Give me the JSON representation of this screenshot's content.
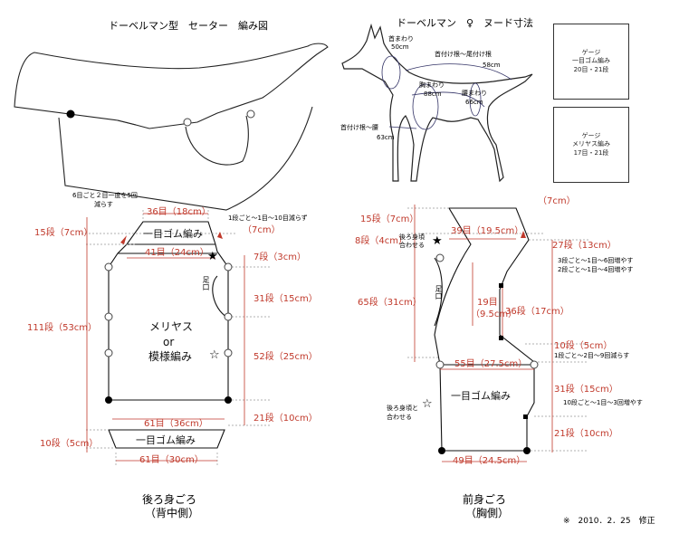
{
  "titles": {
    "sweater": "ドーベルマン型　セーター　編み図",
    "measure": "ドーベルマン　♀　ヌード寸法",
    "back": "後ろ身ごろ",
    "back_sub": "（背中側）",
    "front": "前身ごろ",
    "front_sub": "（胸側）",
    "revision": "※　2010．2．25　修正"
  },
  "dog": {
    "neck": "首まわり",
    "neck_val": "50cm",
    "back_len": "首付け根～尾付け根",
    "back_len_val": "58cm",
    "chest": "胸まわり",
    "chest_val": "88cm",
    "waist": "腰まわり",
    "waist_val": "66cm",
    "neck_leg": "首付け根～腰",
    "neck_leg_val": "63cm"
  },
  "gauges": [
    {
      "title": "ゲージ",
      "line2": "一目ゴム編み",
      "line3": "20目・21段"
    },
    {
      "title": "ゲージ",
      "line2": "メリヤス編み",
      "line3": "17目・21段"
    }
  ],
  "back": {
    "note_top": "6目ごと２目一度を5回",
    "note_top2": "減らす",
    "top_st": "36目（18cm）",
    "rib_label": "一目ゴム編み",
    "st41": "41目（24cm）",
    "dec_note": "1段ごと～1目～10目減らず",
    "dec_note2": "（7cm）",
    "r15": "15段（7cm）",
    "r7": "7段（3cm）",
    "leg": "足口",
    "body1": "メリヤス",
    "body2": "or",
    "body3": "模様編み",
    "r111": "111段（53cm）",
    "r31": "31段（15cm）",
    "r52": "52段（25cm）",
    "r21": "21段（10cm）",
    "st61a": "61目（36cm）",
    "r10": "10段（5cm）",
    "rib2": "一目ゴム編み",
    "st61b": "61目（30cm）"
  },
  "front": {
    "cm7": "（7cm）",
    "r15": "15段（7cm）",
    "st39": "39目（19.5cm）",
    "r8": "8段（4cm）",
    "match1": "後ろ身頃",
    "match1b": "合わせる",
    "r27": "27段（13cm）",
    "inc1": "3段ごと～1目～6回増やす",
    "inc2": "2段ごと～1目～4回増やす",
    "leg": "足口",
    "r65": "65段（31cm）",
    "st19": "19目",
    "st19b": "（9.5cm）",
    "r36": "36段（17cm）",
    "r10": "10段（5cm）",
    "dec": "1段ごと～2目～9回減らす",
    "st55": "55目（27.5cm）",
    "r31": "31段（15cm）",
    "inc3": "10段ごと～1目～3回増やす",
    "rib": "一目ゴム編み",
    "match2": "後ろ身頃と",
    "match2b": "合わせる",
    "r21": "21段（10cm）",
    "st49": "49目（24.5cm）"
  }
}
